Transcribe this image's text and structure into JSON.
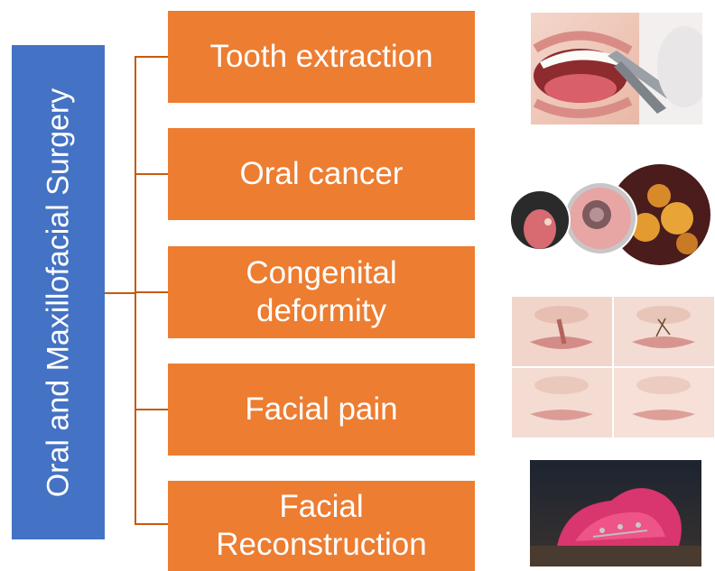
{
  "root": {
    "label": "Oral and Maxillofacial Surgery"
  },
  "topics": [
    {
      "label": "Tooth extraction"
    },
    {
      "label": "Oral cancer"
    },
    {
      "label": "Congenital deformity"
    },
    {
      "label": "Facial pain"
    },
    {
      "label": "Facial Reconstruction"
    }
  ],
  "colors": {
    "root_box": "#4472c4",
    "topic_box": "#ed7d31",
    "connector": "#c55a11"
  },
  "images": [
    {
      "icon": "tooth-extraction-photo"
    },
    {
      "icon": "oral-cancer-magnified-photos"
    },
    {
      "icon": "cleft-lip-repair-photos"
    },
    {
      "icon": "3d-printed-facial-model-photo"
    }
  ]
}
